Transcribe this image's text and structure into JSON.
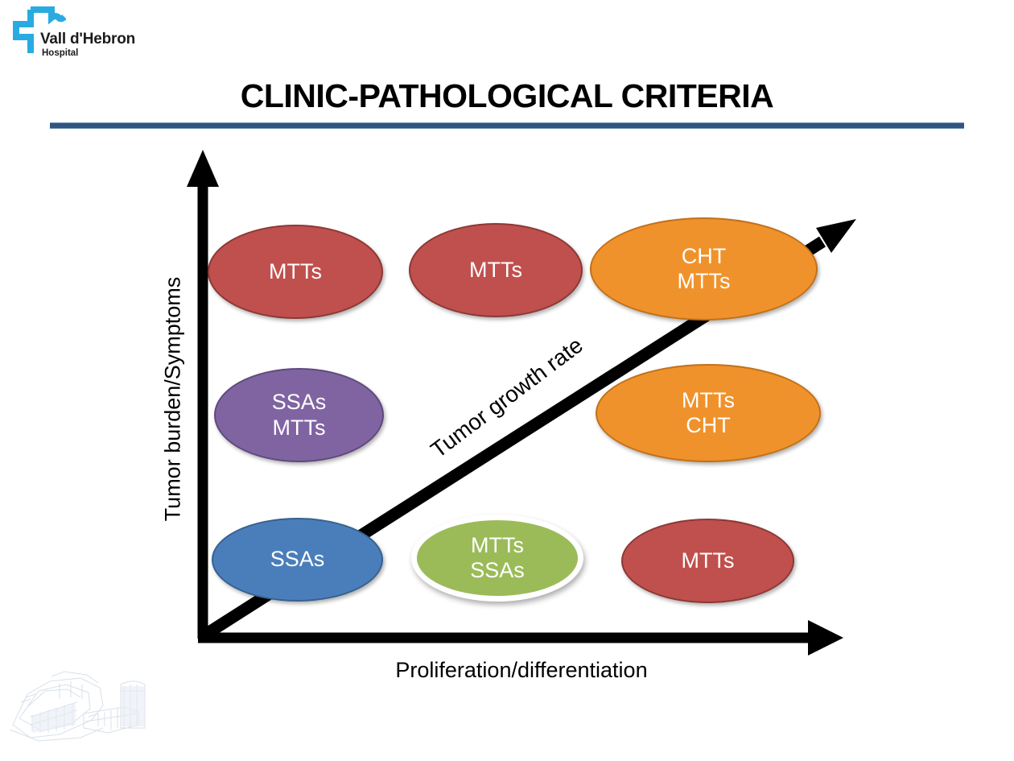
{
  "brand": {
    "logo_icon": "hospital-cross-wave-icon",
    "name": "Vall d'Hebron",
    "subtitle": "Hospital",
    "logo_color": "#29ABE2"
  },
  "header": {
    "title": "CLINIC-PATHOLOGICAL CRITERIA",
    "rule_color": "#2e5580"
  },
  "chart_data": {
    "type": "scatter",
    "title": "CLINIC-PATHOLOGICAL CRITERIA",
    "xlabel": "Proliferation/differentiation",
    "ylabel": "Tumor burden/Symptoms",
    "grid": false,
    "legend": "none",
    "annotations": [
      {
        "name": "diagonal-growth-arrow",
        "text": "Tumor growth rate",
        "from": [
          0,
          0
        ],
        "to": [
          3,
          3
        ],
        "style": "thick-black-arrow"
      }
    ],
    "axes": {
      "x_categories": [
        "low",
        "medium",
        "high"
      ],
      "y_categories": [
        "low",
        "medium",
        "high"
      ],
      "x_arrow": true,
      "y_arrow": true
    },
    "points": [
      {
        "id": "n-high-low",
        "x": 1,
        "y": 3,
        "color": "#C0504D",
        "border": "#8C3836",
        "labels": [
          "MTTs"
        ]
      },
      {
        "id": "n-high-mid",
        "x": 2,
        "y": 3,
        "color": "#C0504D",
        "border": "#8C3836",
        "labels": [
          "MTTs"
        ]
      },
      {
        "id": "n-high-high",
        "x": 3,
        "y": 3,
        "color": "#F0922B",
        "border": "#C2711A",
        "labels": [
          "CHT",
          "MTTs"
        ]
      },
      {
        "id": "n-mid-low",
        "x": 1,
        "y": 2,
        "color": "#8064A2",
        "border": "#5F4A7C",
        "labels": [
          "SSAs",
          "MTTs"
        ]
      },
      {
        "id": "n-mid-high",
        "x": 3,
        "y": 2,
        "color": "#F0922B",
        "border": "#C2711A",
        "labels": [
          "MTTs",
          "CHT"
        ]
      },
      {
        "id": "n-low-low",
        "x": 1,
        "y": 1,
        "color": "#4A7EBB",
        "border": "#36618F",
        "labels": [
          "SSAs"
        ]
      },
      {
        "id": "n-low-mid",
        "x": 2,
        "y": 1,
        "color": "#9BBB59",
        "border": "#FFFFFF",
        "labels": [
          "MTTs",
          "SSAs"
        ]
      },
      {
        "id": "n-low-high",
        "x": 3,
        "y": 1,
        "color": "#C0504D",
        "border": "#8C3836",
        "labels": [
          "MTTs"
        ]
      }
    ]
  },
  "nodes": [
    {
      "line1": "MTTs",
      "line2": ""
    },
    {
      "line1": "MTTs",
      "line2": ""
    },
    {
      "line1": "CHT",
      "line2": "MTTs"
    },
    {
      "line1": "SSAs",
      "line2": "MTTs"
    },
    {
      "line1": "MTTs",
      "line2": "CHT"
    },
    {
      "line1": "SSAs",
      "line2": ""
    },
    {
      "line1": "MTTs",
      "line2": "SSAs"
    },
    {
      "line1": "MTTs",
      "line2": ""
    }
  ],
  "footer": {
    "watermark_icon": "building-sketch-watermark-icon"
  }
}
